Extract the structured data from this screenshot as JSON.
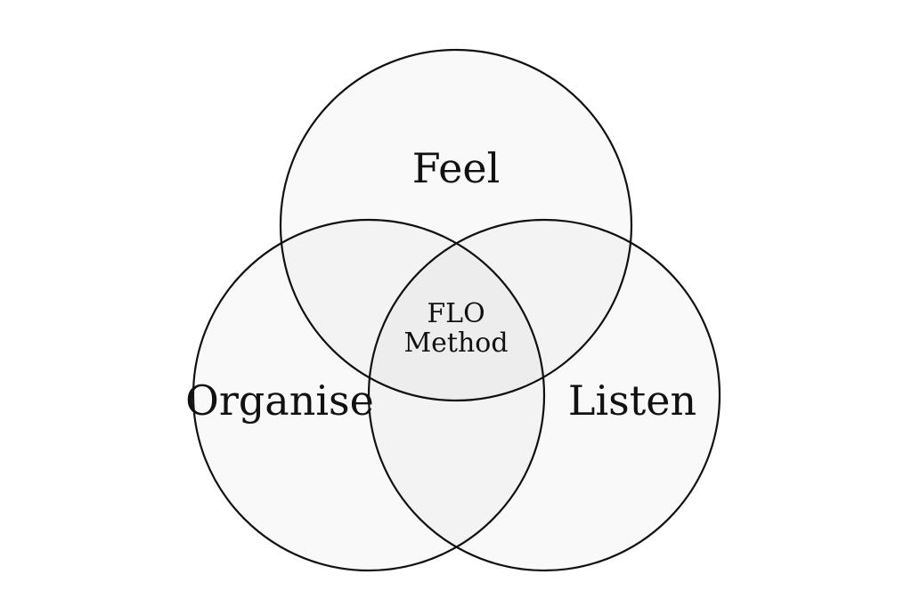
{
  "diagram": {
    "type": "venn",
    "sets": [
      {
        "id": "feel",
        "label": "Feel"
      },
      {
        "id": "organise",
        "label": "Organise"
      },
      {
        "id": "listen",
        "label": "Listen"
      }
    ],
    "center": {
      "line1": "FLO",
      "line2": "Method"
    }
  },
  "colors": {
    "stroke": "#111111",
    "fill": "#fafafa",
    "background": "#ffffff"
  }
}
